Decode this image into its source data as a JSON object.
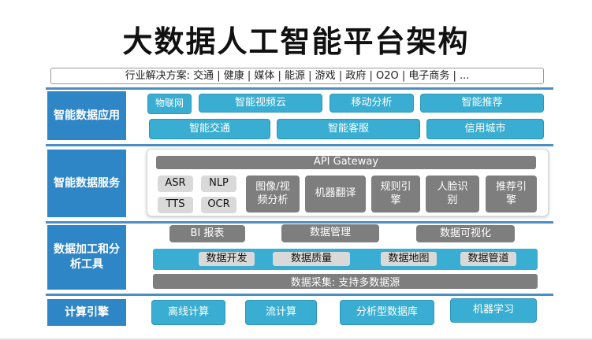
{
  "title": "大数据人工智能平台架构",
  "banner": "行业解决方案: 交通 | 健康 | 媒体 | 能源 | 游戏 | 政府 | O2O | 电子商务 | ...",
  "layers": {
    "apps": {
      "label": "智能数据应用",
      "items": [
        "物联网",
        "智能视频云",
        "移动分析",
        "智能推荐",
        "智能交通",
        "智能客服",
        "信用城市"
      ]
    },
    "services": {
      "label": "智能数据服务",
      "gateway": "API Gateway",
      "items": [
        "ASR",
        "NLP",
        "TTS",
        "OCR",
        "图像/视频分析",
        "机器翻译",
        "规则引擎",
        "人脸识别",
        "推荐引擎"
      ]
    },
    "tools": {
      "label": "数据加工和分析工具",
      "top": [
        "BI 报表",
        "数据管理",
        "数据可视化"
      ],
      "middle": [
        "数据开发",
        "数据质量",
        "数据地图",
        "数据管道"
      ],
      "collect": "数据采集: 支持多数据源"
    },
    "compute": {
      "label": "计算引擎",
      "items": [
        "离线计算",
        "流计算",
        "分析型数据库",
        "机器学习"
      ]
    }
  }
}
